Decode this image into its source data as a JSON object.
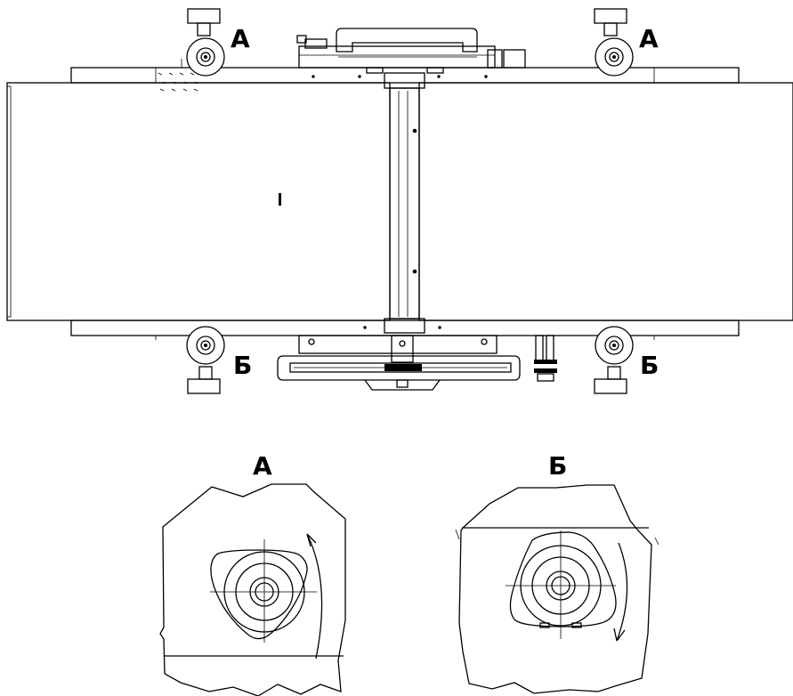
{
  "labels": {
    "callout_a_left": "А",
    "callout_a_right": "А",
    "callout_b_left": "Б",
    "callout_b_right": "Б",
    "detail_a_title": "А",
    "detail_b_title": "Б"
  },
  "colors": {
    "line": "#000000",
    "background": "#ffffff"
  }
}
